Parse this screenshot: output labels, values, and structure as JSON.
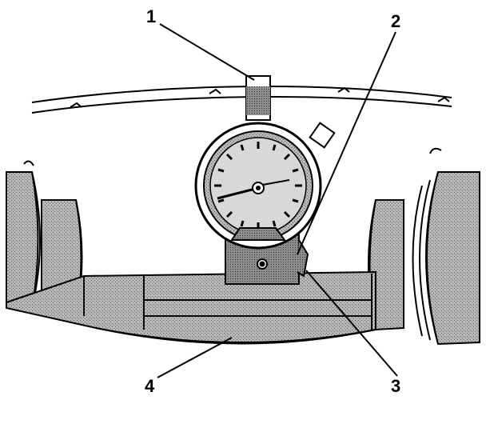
{
  "callouts": [
    "1",
    "2",
    "3",
    "4"
  ],
  "colors": {
    "ink": "#000000",
    "shade": "#a8a8a8",
    "dark_shade": "#8c8c8c",
    "paper": "#ffffff"
  },
  "icons": [
    "dial-indicator-icon",
    "magnetic-base-icon",
    "hub-icon",
    "axle-shaft-icon"
  ]
}
